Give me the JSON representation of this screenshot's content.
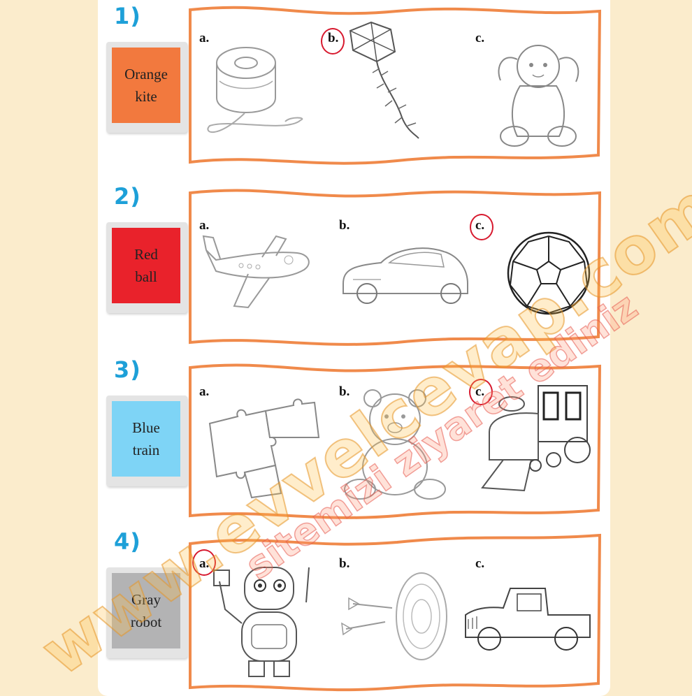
{
  "items": [
    {
      "number": "1)",
      "label_line1": "Orange",
      "label_line2": "kite",
      "label_color": "#f2793e",
      "options": [
        "a.",
        "b.",
        "c."
      ],
      "answer": "b",
      "pictures": [
        "yo-yo",
        "kite",
        "doll"
      ]
    },
    {
      "number": "2)",
      "label_line1": "Red",
      "label_line2": "ball",
      "label_color": "#e9222b",
      "options": [
        "a.",
        "b.",
        "c."
      ],
      "answer": "c",
      "pictures": [
        "airplane",
        "car",
        "ball"
      ]
    },
    {
      "number": "3)",
      "label_line1": "Blue",
      "label_line2": "train",
      "label_color": "#7ed4f6",
      "options": [
        "a.",
        "b.",
        "c."
      ],
      "answer": "c",
      "pictures": [
        "puzzle",
        "teddy-bear",
        "train"
      ]
    },
    {
      "number": "4)",
      "label_line1": "Gray",
      "label_line2": "robot",
      "label_color": "#b3b3b4",
      "options": [
        "a.",
        "b.",
        "c."
      ],
      "answer": "a",
      "pictures": [
        "robot",
        "darts",
        "truck"
      ]
    }
  ],
  "colors": {
    "frame_orange": "#f08a4b",
    "circle_red": "#d7192e",
    "number_blue": "#1ea0d8",
    "page_bg": "#fbeccc"
  },
  "watermark": {
    "line1": "www.evvelcevap.com",
    "line2": "sitemizi ziyaret ediniz"
  }
}
